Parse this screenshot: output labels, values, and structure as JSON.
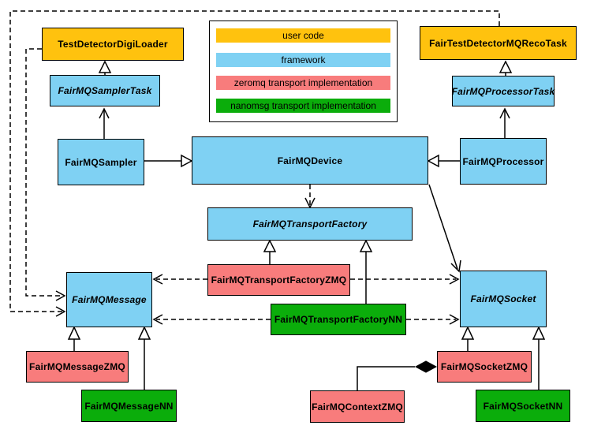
{
  "legend": {
    "items": [
      {
        "label": "user code",
        "color": "#FFC20E",
        "category": "user-code"
      },
      {
        "label": "framework",
        "color": "#7FD1F3",
        "category": "framework"
      },
      {
        "label": "zeromq transport implementation",
        "color": "#F87C7C",
        "category": "zeromq"
      },
      {
        "label": "nanomsg transport implementation",
        "color": "#0BAD0B",
        "category": "nanomsg"
      }
    ]
  },
  "nodes": [
    {
      "id": "TestDetectorDigiLoader",
      "label": "TestDetectorDigiLoader",
      "category": "user-code",
      "abstract": false
    },
    {
      "id": "FairTestDetectorMQRecoTask",
      "label": "FairTestDetectorMQRecoTask",
      "category": "user-code",
      "abstract": false
    },
    {
      "id": "FairMQSamplerTask",
      "label": "FairMQSamplerTask",
      "category": "framework",
      "abstract": true
    },
    {
      "id": "FairMQProcessorTask",
      "label": "FairMQProcessorTask",
      "category": "framework",
      "abstract": true
    },
    {
      "id": "FairMQSampler",
      "label": "FairMQSampler",
      "category": "framework",
      "abstract": false
    },
    {
      "id": "FairMQDevice",
      "label": "FairMQDevice",
      "category": "framework",
      "abstract": false
    },
    {
      "id": "FairMQProcessor",
      "label": "FairMQProcessor",
      "category": "framework",
      "abstract": false
    },
    {
      "id": "FairMQTransportFactory",
      "label": "FairMQTransportFactory",
      "category": "framework",
      "abstract": true
    },
    {
      "id": "FairMQTransportFactoryZMQ",
      "label": "FairMQTransportFactoryZMQ",
      "category": "zeromq",
      "abstract": false
    },
    {
      "id": "FairMQTransportFactoryNN",
      "label": "FairMQTransportFactoryNN",
      "category": "nanomsg",
      "abstract": false
    },
    {
      "id": "FairMQMessage",
      "label": "FairMQMessage",
      "category": "framework",
      "abstract": true
    },
    {
      "id": "FairMQSocket",
      "label": "FairMQSocket",
      "category": "framework",
      "abstract": true
    },
    {
      "id": "FairMQMessageZMQ",
      "label": "FairMQMessageZMQ",
      "category": "zeromq",
      "abstract": false
    },
    {
      "id": "FairMQMessageNN",
      "label": "FairMQMessageNN",
      "category": "nanomsg",
      "abstract": false
    },
    {
      "id": "FairMQSocketZMQ",
      "label": "FairMQSocketZMQ",
      "category": "zeromq",
      "abstract": false
    },
    {
      "id": "FairMQSocketNN",
      "label": "FairMQSocketNN",
      "category": "nanomsg",
      "abstract": false
    },
    {
      "id": "FairMQContextZMQ",
      "label": "FairMQContextZMQ",
      "category": "zeromq",
      "abstract": false
    }
  ],
  "edges": [
    {
      "from": "FairMQSamplerTask",
      "to": "TestDetectorDigiLoader",
      "kind": "generalization",
      "line": "solid"
    },
    {
      "from": "FairMQSampler",
      "to": "FairMQSamplerTask",
      "kind": "directed-association",
      "line": "solid"
    },
    {
      "from": "FairMQSampler",
      "to": "FairMQDevice",
      "kind": "generalization",
      "line": "solid"
    },
    {
      "from": "FairMQProcessorTask",
      "to": "FairTestDetectorMQRecoTask",
      "kind": "generalization",
      "line": "solid"
    },
    {
      "from": "FairMQProcessor",
      "to": "FairMQProcessorTask",
      "kind": "directed-association",
      "line": "solid"
    },
    {
      "from": "FairMQProcessor",
      "to": "FairMQDevice",
      "kind": "generalization",
      "line": "solid"
    },
    {
      "from": "FairMQDevice",
      "to": "FairMQTransportFactory",
      "kind": "dependency",
      "line": "dashed"
    },
    {
      "from": "FairMQDevice",
      "to": "FairMQSocket",
      "kind": "directed-association",
      "line": "solid"
    },
    {
      "from": "FairMQTransportFactoryZMQ",
      "to": "FairMQTransportFactory",
      "kind": "generalization",
      "line": "solid"
    },
    {
      "from": "FairMQTransportFactoryNN",
      "to": "FairMQTransportFactory",
      "kind": "generalization",
      "line": "solid"
    },
    {
      "from": "FairMQTransportFactoryZMQ",
      "to": "FairMQMessage",
      "kind": "dependency",
      "line": "dashed"
    },
    {
      "from": "FairMQTransportFactoryZMQ",
      "to": "FairMQSocket",
      "kind": "dependency",
      "line": "dashed"
    },
    {
      "from": "FairMQTransportFactoryNN",
      "to": "FairMQMessage",
      "kind": "dependency",
      "line": "dashed"
    },
    {
      "from": "FairMQTransportFactoryNN",
      "to": "FairMQSocket",
      "kind": "dependency",
      "line": "dashed"
    },
    {
      "from": "FairTestDetectorMQRecoTask",
      "to": "FairMQMessage",
      "kind": "dependency",
      "line": "dashed"
    },
    {
      "from": "TestDetectorDigiLoader",
      "to": "FairMQMessage",
      "kind": "dependency",
      "line": "dashed"
    },
    {
      "from": "FairMQMessageZMQ",
      "to": "FairMQMessage",
      "kind": "generalization",
      "line": "solid"
    },
    {
      "from": "FairMQMessageNN",
      "to": "FairMQMessage",
      "kind": "generalization",
      "line": "solid"
    },
    {
      "from": "FairMQSocketZMQ",
      "to": "FairMQSocket",
      "kind": "generalization",
      "line": "solid"
    },
    {
      "from": "FairMQSocketNN",
      "to": "FairMQSocket",
      "kind": "generalization",
      "line": "solid"
    },
    {
      "from": "FairMQContextZMQ",
      "to": "FairMQSocketZMQ",
      "kind": "composition",
      "line": "solid"
    }
  ]
}
